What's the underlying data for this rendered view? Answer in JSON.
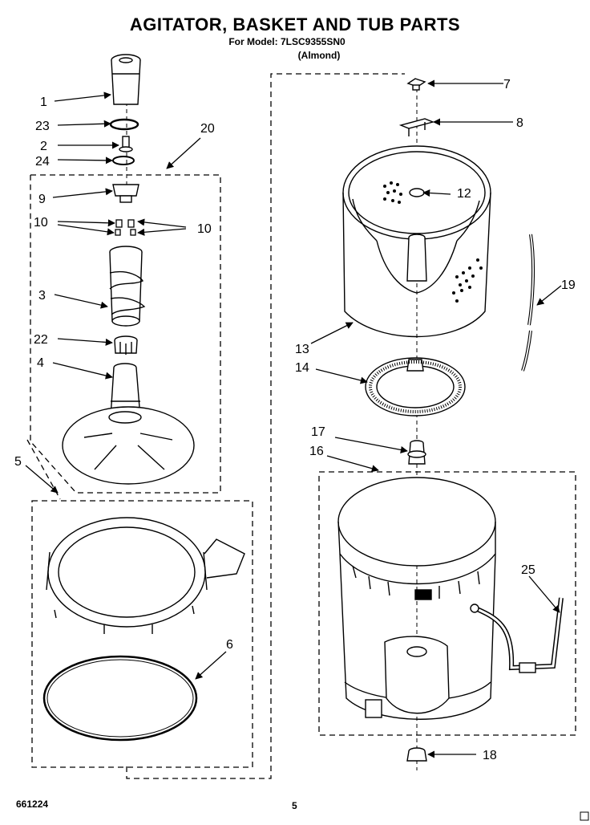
{
  "header": {
    "title": "AGITATOR, BASKET AND TUB PARTS",
    "model": "For Model: 7LSC9355SN0",
    "color": "(Almond)"
  },
  "callouts": [
    "1",
    "23",
    "2",
    "24",
    "20",
    "9",
    "10",
    "10",
    "3",
    "22",
    "4",
    "5",
    "6",
    "7",
    "8",
    "12",
    "13",
    "14",
    "19",
    "17",
    "16",
    "25",
    "18"
  ],
  "footer": {
    "code": "661224",
    "page": "5"
  }
}
